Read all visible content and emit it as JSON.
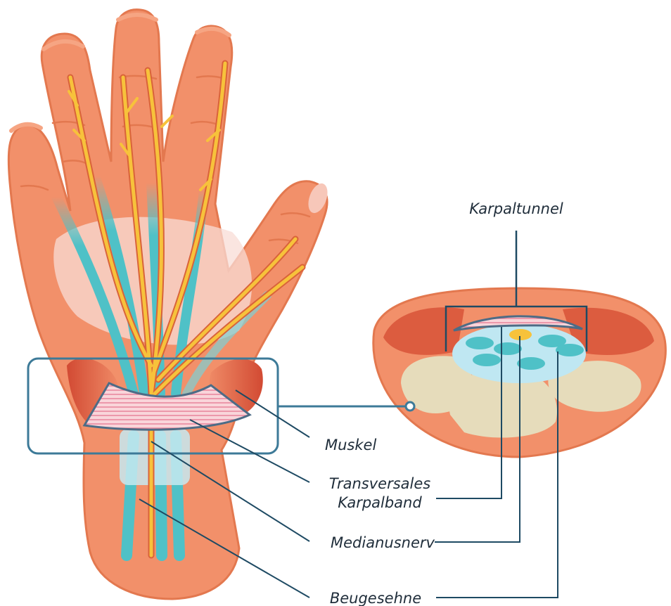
{
  "labels": {
    "karpaltunnel": "Karpaltunnel",
    "muskel": "Muskel",
    "karpalband_line1": "Transversales",
    "karpalband_line2": "Karpalband",
    "medianusnerv": "Medianusnerv",
    "beugesehne": "Beugesehne"
  },
  "colors": {
    "skin": "#f2906a",
    "skin_light": "#f6a583",
    "skin_outline": "#e3784f",
    "muscle": "#d9563b",
    "tendon": "#4fc1c7",
    "nerve": "#f7c23b",
    "nerve_outline": "#d9633a",
    "ligament": "#f7cdd3",
    "ligament_stripe": "#e67f97",
    "bone": "#e6dcbb",
    "tunnel_fill": "#bfe7f2",
    "leader": "#1e4a63"
  }
}
